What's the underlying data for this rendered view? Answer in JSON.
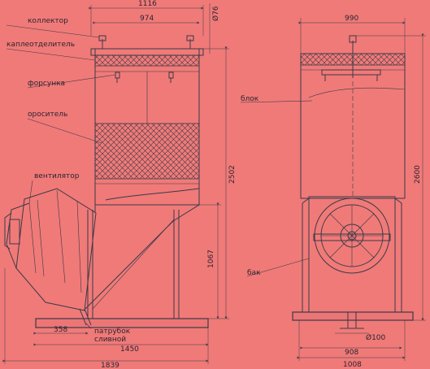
{
  "labels": {
    "collector": "коллектор",
    "droplet": "каплеотделитель",
    "nozzle": "форсунка",
    "sprinkler": "ороситель",
    "fan": "вентилятор",
    "pipe_line1": "патрубок",
    "pipe_line2": "сливной",
    "block": "блок",
    "tank": "бак"
  },
  "dims": {
    "d1116": "1116",
    "d974": "974",
    "d76": "Ø76",
    "d990": "990",
    "d2502": "2502",
    "d2600": "2600",
    "d1067": "1067",
    "d358": "358",
    "d1450": "1450",
    "d1839": "1839",
    "d908": "908",
    "d1008": "1008",
    "d100": "Ø100"
  },
  "colors": {
    "background": "#f07a78",
    "line": "#3a3a48"
  }
}
